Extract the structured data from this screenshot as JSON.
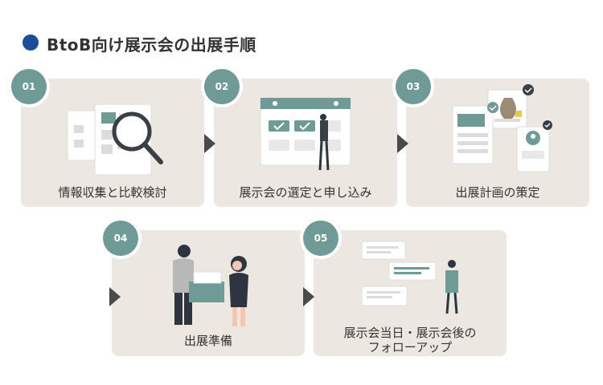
{
  "title": "BtoB向け展示会の出展手順",
  "steps": [
    {
      "number": "01",
      "label": "情報収集と比較検討"
    },
    {
      "number": "02",
      "label": "展示会の選定と申し込み"
    },
    {
      "number": "03",
      "label": "出展計画の策定"
    },
    {
      "number": "04",
      "label": "出展準備"
    },
    {
      "number": "05",
      "label_line1": "展示会当日・展示会後の",
      "label_line2": "フォローアップ"
    }
  ],
  "colors": {
    "accent_dot": "#1c4b9c",
    "badge": "#6f9a96",
    "card": "#ece8e1",
    "arrow": "#4a4a4a"
  }
}
